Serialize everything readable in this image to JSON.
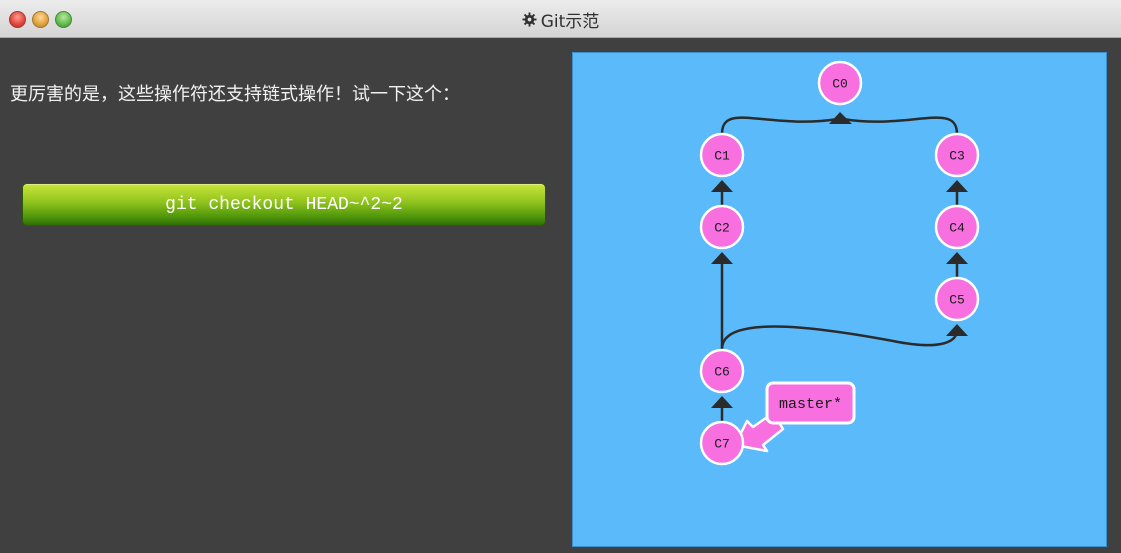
{
  "window": {
    "title": "Git示范",
    "title_icon": "gear-icon"
  },
  "lesson": {
    "description": "更厉害的是，这些操作符还支持链式操作！试一下这个：",
    "command_label": "git checkout HEAD~^2~2"
  },
  "graph": {
    "background_color": "#5bbafa",
    "node_color": "#f86fe0",
    "edge_color": "#2b2b2b",
    "commits": [
      {
        "id": "C0"
      },
      {
        "id": "C1"
      },
      {
        "id": "C2"
      },
      {
        "id": "C3"
      },
      {
        "id": "C4"
      },
      {
        "id": "C5"
      },
      {
        "id": "C6"
      },
      {
        "id": "C7"
      }
    ],
    "branch": {
      "label": "master*"
    }
  }
}
